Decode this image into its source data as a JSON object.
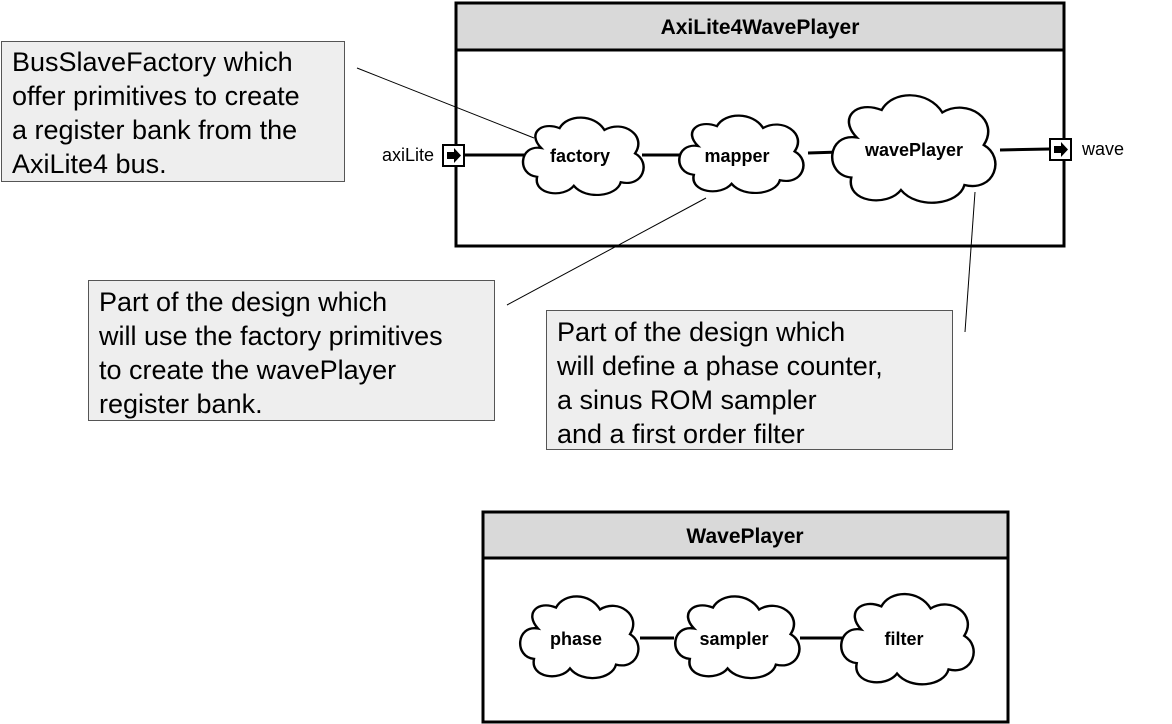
{
  "top_block": {
    "title": "AxiLite4WavePlayer",
    "input_port": "axiLite",
    "output_port": "wave",
    "nodes": [
      "factory",
      "mapper",
      "wavePlayer"
    ]
  },
  "bottom_block": {
    "title": "WavePlayer",
    "nodes": [
      "phase",
      "sampler",
      "filter"
    ]
  },
  "notes": {
    "factory": [
      "BusSlaveFactory which",
      "offer primitives to create",
      "a register bank from the",
      "AxiLite4 bus."
    ],
    "mapper": [
      "Part of the design which",
      "will use the factory primitives",
      "to create the wavePlayer",
      "register bank."
    ],
    "waveplayer": [
      "Part of the design which",
      "will define a phase counter,",
      "a sinus ROM sampler",
      "and a first order filter"
    ]
  },
  "colors": {
    "title_bar": "#d9d9d9",
    "note_fill": "#eeeeee",
    "stroke": "#000000"
  }
}
